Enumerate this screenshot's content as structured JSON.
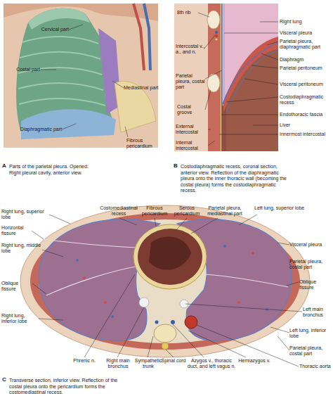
{
  "diagram": {
    "labels": [
      "Cervical part",
      "Costal part",
      "Mediastinal part",
      "Diaphragmatic part",
      "Fibrous pericardium",
      "A",
      "Parts of the parietal pleura. Opened: Right pleural cavity, anterior view.",
      "8th rib",
      "Intercostal v., a., and n.",
      "Parietal pleura, costal part",
      "Costal groove",
      "External intercostal",
      "Internal intercostal",
      "Right lung",
      "Visceral pleura",
      "Parietal pleura, diaphragmatic part",
      "Diaphragm",
      "Parietal peritoneum",
      "Visceral peritoneum",
      "Costodiaphragmatic recess",
      "Endothoracic fascia",
      "Liver",
      "Innermost intercostal",
      "B",
      "Costodiaphragmatic recess, coronal section, anterior view. Reflection of the diaphragmatic pleura onto the inner thoracic wall (becoming the costal pleura) forms the costodiaphragmatic recess.",
      "Costomediastinal recess",
      "Fibrous pericardium",
      "Serous pericardium",
      "Parietal pleura, mediastinal part",
      "Left lung, superior lobe",
      "Right lung, superior lobe",
      "Horizontal fissure",
      "Right lung, middle lobe",
      "Visceral pleura",
      "Parietal pleura, costal part",
      "Oblique fissure",
      "Oblique fissure",
      "Left main bronchus",
      "Right lung, inferior lobe",
      "Left lung, inferior lobe",
      "Parietal pleura, costal part",
      "Thoracic aorta",
      "Phrenic n.",
      "Right main bronchus",
      "Sympathetic trunk",
      "Spinal cord",
      "Azygos v., thoracic duct, and left vagus n.",
      "Hemiazygos v.",
      "C",
      "Transverse section, inferior view. Reflection of the costal pleura onto the pericardium forms the costomediastinal recess."
    ]
  }
}
